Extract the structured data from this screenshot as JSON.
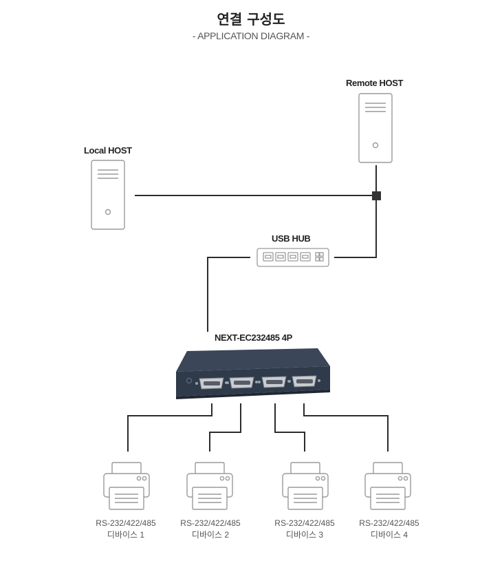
{
  "header": {
    "title": "연결 구성도",
    "subtitle": "- APPLICATION DIAGRAM -"
  },
  "nodes": {
    "remote_host": {
      "label": "Remote HOST",
      "icon": "server-tower-icon"
    },
    "local_host": {
      "label": "Local HOST",
      "icon": "server-tower-icon"
    },
    "usb_hub": {
      "label": "USB HUB",
      "icon": "usb-hub-icon"
    },
    "converter": {
      "label": "NEXT-EC232485 4P",
      "icon": "serial-converter-device-icon"
    }
  },
  "devices": [
    {
      "line1": "RS-232/422/485",
      "line2": "디바이스 1",
      "icon": "printer-icon"
    },
    {
      "line1": "RS-232/422/485",
      "line2": "디바이스 2",
      "icon": "printer-icon"
    },
    {
      "line1": "RS-232/422/485",
      "line2": "디바이스 3",
      "icon": "printer-icon"
    },
    {
      "line1": "RS-232/422/485",
      "line2": "디바이스 4",
      "icon": "printer-icon"
    }
  ],
  "colors": {
    "line": "#2b2b2b",
    "icon_stroke": "#9a9a9a",
    "device_body": "#2f3a4a",
    "junction": "#333333"
  }
}
